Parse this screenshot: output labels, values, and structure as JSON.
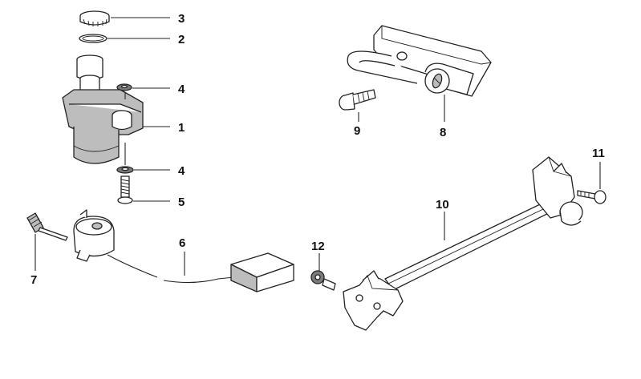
{
  "diagram": {
    "callouts": [
      {
        "id": "c1",
        "label": "1"
      },
      {
        "id": "c2",
        "label": "2"
      },
      {
        "id": "c3",
        "label": "3"
      },
      {
        "id": "c4a",
        "label": "4"
      },
      {
        "id": "c4b",
        "label": "4"
      },
      {
        "id": "c5",
        "label": "5"
      },
      {
        "id": "c6",
        "label": "6"
      },
      {
        "id": "c7",
        "label": "7"
      },
      {
        "id": "c8",
        "label": "8"
      },
      {
        "id": "c9",
        "label": "9"
      },
      {
        "id": "c10",
        "label": "10"
      },
      {
        "id": "c11",
        "label": "11"
      },
      {
        "id": "c12",
        "label": "12"
      }
    ],
    "colors": {
      "line": "#222222",
      "shade": "#bdbdbd",
      "dark": "#7a7a7a",
      "background": "#ffffff"
    }
  }
}
